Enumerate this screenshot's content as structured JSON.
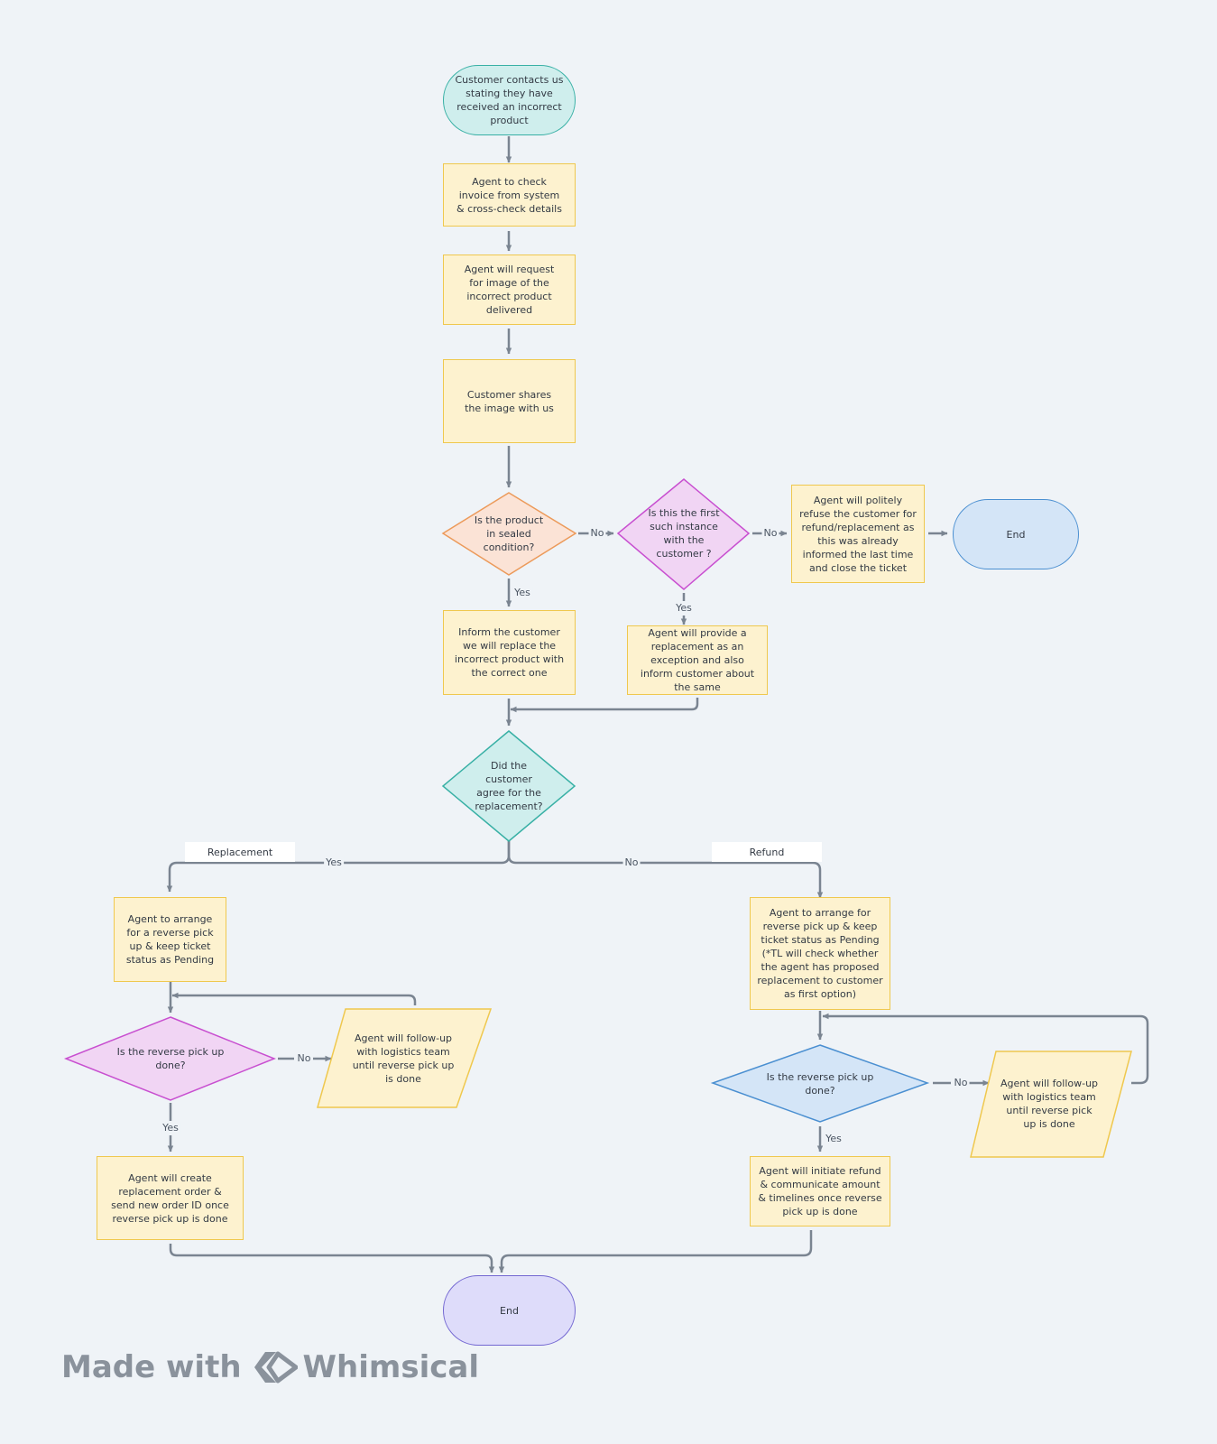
{
  "nodes": {
    "start": "Customer contacts us stating they have received an incorrect product",
    "check_invoice": "Agent to check invoice from system & cross-check details",
    "request_image": "Agent will request for image of the incorrect product  delivered",
    "customer_shares": "Customer shares the image with us",
    "sealed_decision": "Is the product in sealed condition?",
    "first_instance_decision": "Is this the first such instance with the customer ?",
    "refuse": "Agent will politely refuse the customer for refund/replacement as this was already informed the last time and close the ticket",
    "end_top": "End",
    "inform_replace": "Inform the customer we will replace the incorrect product with the correct one",
    "exception_replace": "Agent will provide a replacement as an exception and also inform customer about the same",
    "agree_decision": "Did the customer agree for the replacement?",
    "arrange_pickup_left": "Agent to arrange for a reverse pick up & keep ticket status as Pending",
    "pickup_done_left": "Is the reverse pick up done?",
    "followup_left": "Agent will follow-up with logistics team until reverse pick up is done",
    "create_replacement": "Agent will create replacement order & send new order ID once reverse pick up is done",
    "arrange_pickup_right": "Agent to arrange for reverse pick up  & keep ticket status as Pending (*TL will check whether the agent has proposed replacement to customer as first option)",
    "pickup_done_right": "Is the reverse pick up done?",
    "followup_right": "Agent will follow-up with logistics team until reverse pick up is done",
    "initiate_refund": "Agent will initiate refund & communicate amount & timelines once reverse pick up is done",
    "end_bottom": "End"
  },
  "edge_labels": {
    "no": "No",
    "yes": "Yes"
  },
  "tags": {
    "replacement": "Replacement",
    "refund": "Refund"
  },
  "footer": {
    "made_with": "Made with",
    "brand": "Whimsical"
  },
  "colors": {
    "process_fill": "#fdf2cf",
    "process_stroke": "#efc84e",
    "connector": "#7a8491",
    "teal": "#38b0a5",
    "orange": "#ec9a5a",
    "magenta": "#c84fd0",
    "blue": "#4a8fd1",
    "purple": "#7468d2"
  }
}
